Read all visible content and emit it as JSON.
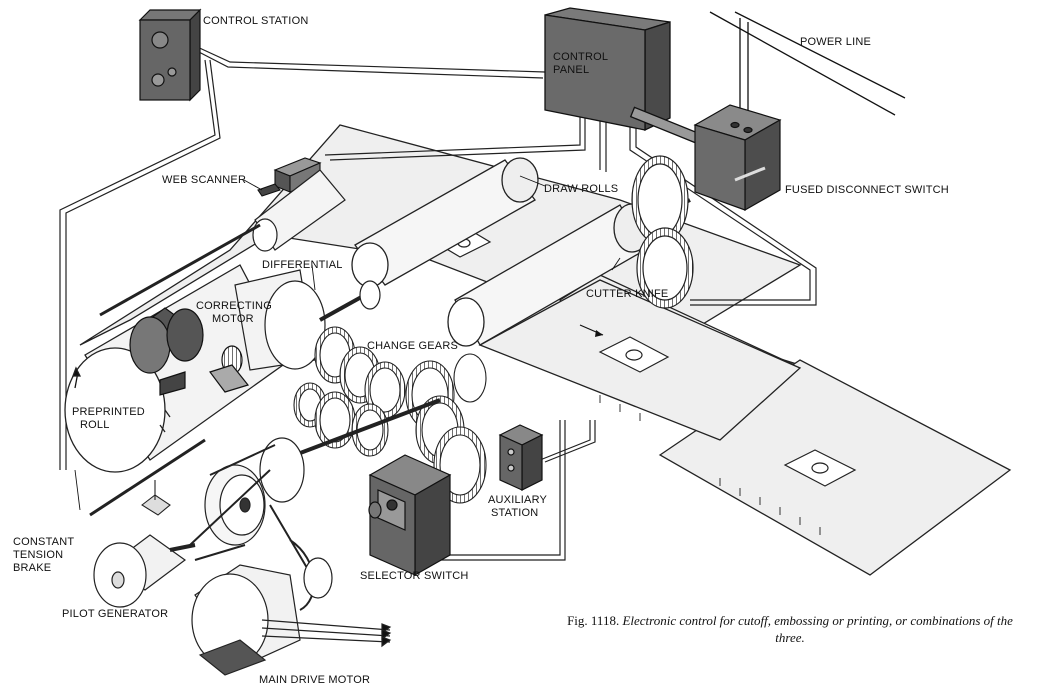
{
  "labels": {
    "control_station": "CONTROL STATION",
    "control_panel_1": "CONTROL",
    "control_panel_2": "PANEL",
    "power_line": "POWER LINE",
    "web_scanner": "WEB SCANNER",
    "draw_rolls": "DRAW ROLLS",
    "fused_disconnect": "FUSED DISCONNECT SWITCH",
    "differential": "DIFFERENTIAL",
    "correcting_motor_1": "CORRECTING",
    "correcting_motor_2": "MOTOR",
    "cutter_knife": "CUTTER KNIFE",
    "change_gears": "CHANGE GEARS",
    "preprinted_roll_1": "PREPRINTED",
    "preprinted_roll_2": "ROLL",
    "auxiliary_station_1": "AUXILIARY",
    "auxiliary_station_2": "STATION",
    "constant_tension_1": "CONSTANT",
    "constant_tension_2": "TENSION",
    "constant_tension_3": "BRAKE",
    "selector_switch": "SELECTOR SWITCH",
    "pilot_generator": "PILOT GENERATOR",
    "main_drive_motor": "MAIN DRIVE MOTOR"
  },
  "caption": {
    "fig": "Fig. 1118.",
    "text": "Electronic control for cutoff, embossing or printing, or combinations of the three."
  }
}
